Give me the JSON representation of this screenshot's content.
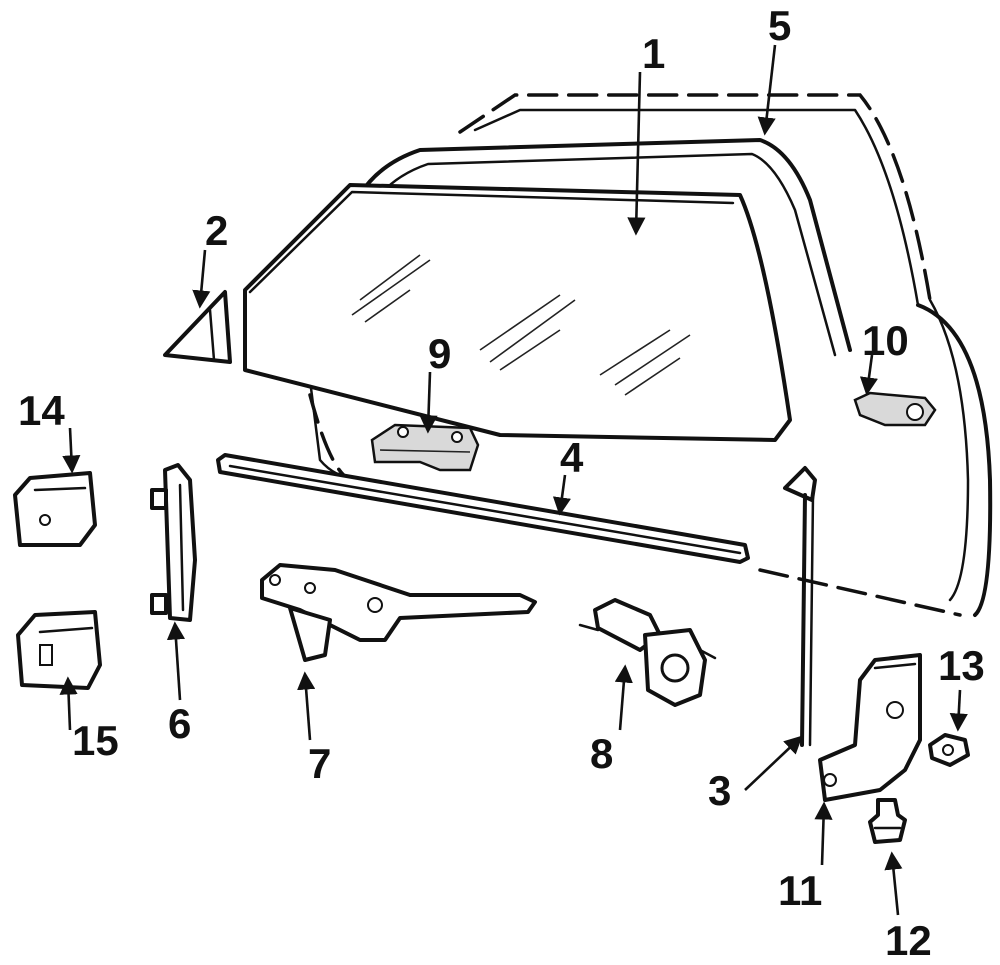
{
  "diagram": {
    "callouts": [
      "1",
      "2",
      "3",
      "4",
      "5",
      "6",
      "7",
      "8",
      "9",
      "10",
      "11",
      "12",
      "13",
      "14",
      "15"
    ]
  }
}
